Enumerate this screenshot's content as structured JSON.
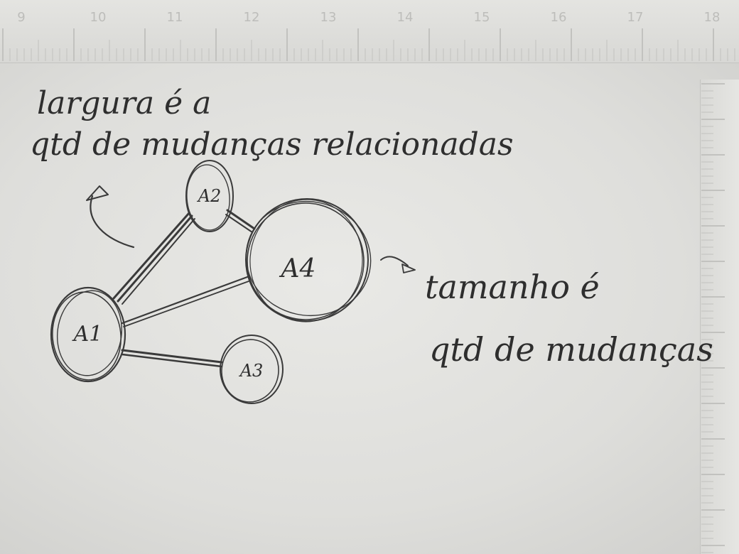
{
  "annotations": {
    "edge_note": "largura é a\nqtd de mudanças relacionadas",
    "node_note": "tamanho é\nqtd de mudanças"
  },
  "nodes": [
    {
      "id": "A1",
      "label": "A1"
    },
    {
      "id": "A2",
      "label": "A2"
    },
    {
      "id": "A3",
      "label": "A3"
    },
    {
      "id": "A4",
      "label": "A4"
    }
  ],
  "edges": [
    {
      "from": "A1",
      "to": "A2"
    },
    {
      "from": "A1",
      "to": "A4"
    },
    {
      "from": "A1",
      "to": "A3"
    },
    {
      "from": "A2",
      "to": "A4"
    }
  ],
  "ruler": {
    "top_numbers": [
      "9",
      "10",
      "11",
      "12",
      "13",
      "14",
      "15",
      "16",
      "17",
      "18"
    ]
  }
}
